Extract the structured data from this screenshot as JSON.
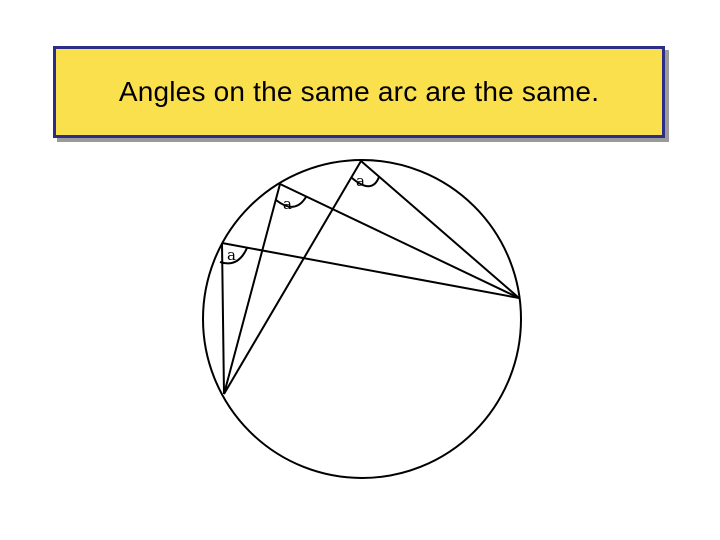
{
  "slide": {
    "title": "Angles on the same arc are the same."
  },
  "diagram": {
    "angle_labels": [
      "a",
      "a",
      "a"
    ]
  }
}
